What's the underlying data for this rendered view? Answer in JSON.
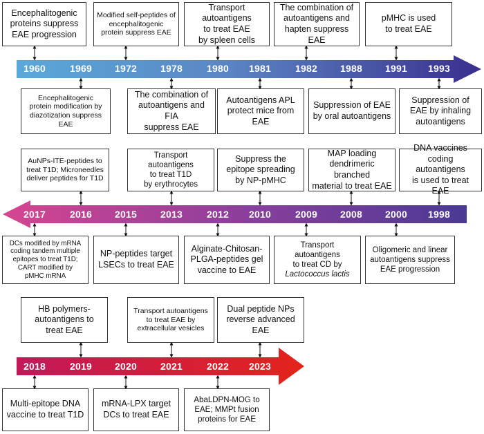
{
  "row1": {
    "years": [
      "1960",
      "1969",
      "1972",
      "1978",
      "1980",
      "1981",
      "1982",
      "1988",
      "1991",
      "1993"
    ],
    "top_boxes": [
      "Encephalitogenic\nproteins suppress\nEAE progression",
      "Modified self-peptides of\nencephalitogenic\nprotein suppress EAE",
      "Transport autoantigens\nto treat EAE\nby spleen cells",
      "The combination of\nautoantigens and\nhapten suppress EAE",
      "pMHC is used\nto treat EAE"
    ],
    "bottom_boxes": [
      "Encephalitogenic\nprotein modification by\ndiazotization suppress\nEAE",
      "The combination of\nautoantigens and FIA\nsuppress EAE",
      "Autoantigens APL\nprotect mice from\nEAE",
      "Suppression of EAE\nby oral autoantigens",
      "Suppression of\nEAE by inhaling\nautoantigens"
    ]
  },
  "row2": {
    "years": [
      "2017",
      "2016",
      "2015",
      "2013",
      "2012",
      "2010",
      "2009",
      "2008",
      "2000",
      "1998"
    ],
    "top_boxes": [
      "AuNPs-ITE-peptides to\ntreat T1D; Microneedles\ndeliver peptides for T1D",
      "Transport autoantigens\nto treat T1D\nby erythrocytes",
      "Suppress the\nepitope spreading\nby NP-pMHC",
      "MAP loading\ndendrimeric branched\nmaterial to treat EAE",
      "DNA vaccines coding\nautoantigens\nis used to treat EAE"
    ],
    "bottom_boxes": [
      "DCs modified by mRNA\ncoding tandem multiple\nepitopes to treat T1D;\nCART modified by\npMHC mRNA",
      "NP-peptides target\nLSECs to treat EAE",
      "Alginate-Chitosan-\nPLGA-peptides gel\nvaccine to EAE",
      "Transport autoantigens\nto treat CD by",
      "Oligomeric and linear\nautoantigens suppress\nEAE progression"
    ],
    "italic_note": "Lactococcus lactis"
  },
  "row3": {
    "years": [
      "2018",
      "2019",
      "2020",
      "2021",
      "2022",
      "2023"
    ],
    "top_boxes": [
      "HB polymers-\nautoantigens to\ntreat EAE",
      "Transport autoantigens\nto treat EAE by\nextracellular vesicles",
      "Dual peptide NPs\nreverse advanced\nEAE"
    ],
    "bottom_boxes": [
      "Multi-epitope DNA\nvaccine to treat T1D",
      "mRNA-LPX target\nDCs to treat EAE",
      "AbaLDPN-MOG to\nEAE; MMPt fusion\nproteins for EAE"
    ]
  },
  "colors": {
    "row1_start": "#5aa9da",
    "row1_end": "#3a2f8e",
    "row2_start": "#d64590",
    "row2_end": "#4a3a95",
    "row3_start": "#c2185b",
    "row3_end": "#e3241b"
  }
}
